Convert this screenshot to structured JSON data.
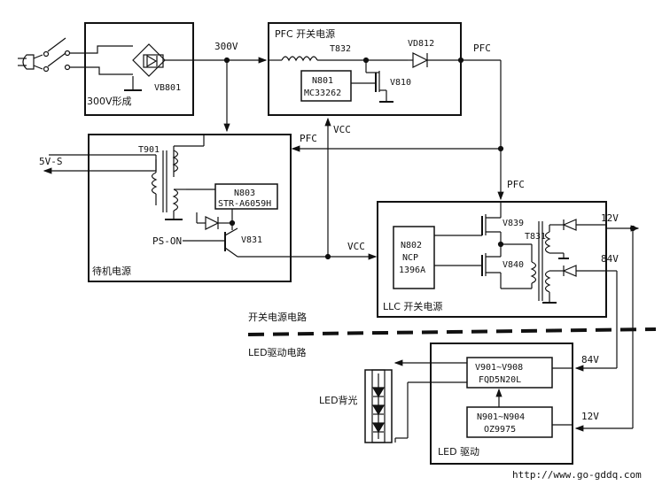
{
  "labels": {
    "v300_form": "300V形成",
    "vb801": "VB801",
    "v300": "300V",
    "pfc_block": "PFC 开关电源",
    "t832": "T832",
    "vd812": "VD812",
    "pfc_out": "PFC",
    "n801": "N801",
    "mc33262": "MC33262",
    "v810": "V810",
    "pfc_left": "PFC",
    "vcc_top": "VCC",
    "v5s": "5V-S",
    "t901": "T901",
    "n803": "N803",
    "str": "STR-A6059H",
    "ps_on": "PS-ON",
    "v831": "V831",
    "standby": "待机电源",
    "vcc_mid": "VCC",
    "pfc_llc": "PFC",
    "v839": "V839",
    "t831": "T831",
    "n802": "N802",
    "ncp": "NCP",
    "ncp2": "1396A",
    "v840": "V840",
    "v12": "12V",
    "v84": "84V",
    "llc_block": "LLC 开关电源",
    "switch_circuit": "开关电源电路",
    "led_drive_circuit": "LED驱动电路",
    "v901": "V901~V908",
    "fqd": "FQD5N20L",
    "v84_b": "84V",
    "n901": "N901~N904",
    "oz": "OZ9975",
    "v12_b": "12V",
    "led_backlight": "LED背光",
    "led_drive": "LED 驱动",
    "url": "http://www.go-gddq.com"
  }
}
